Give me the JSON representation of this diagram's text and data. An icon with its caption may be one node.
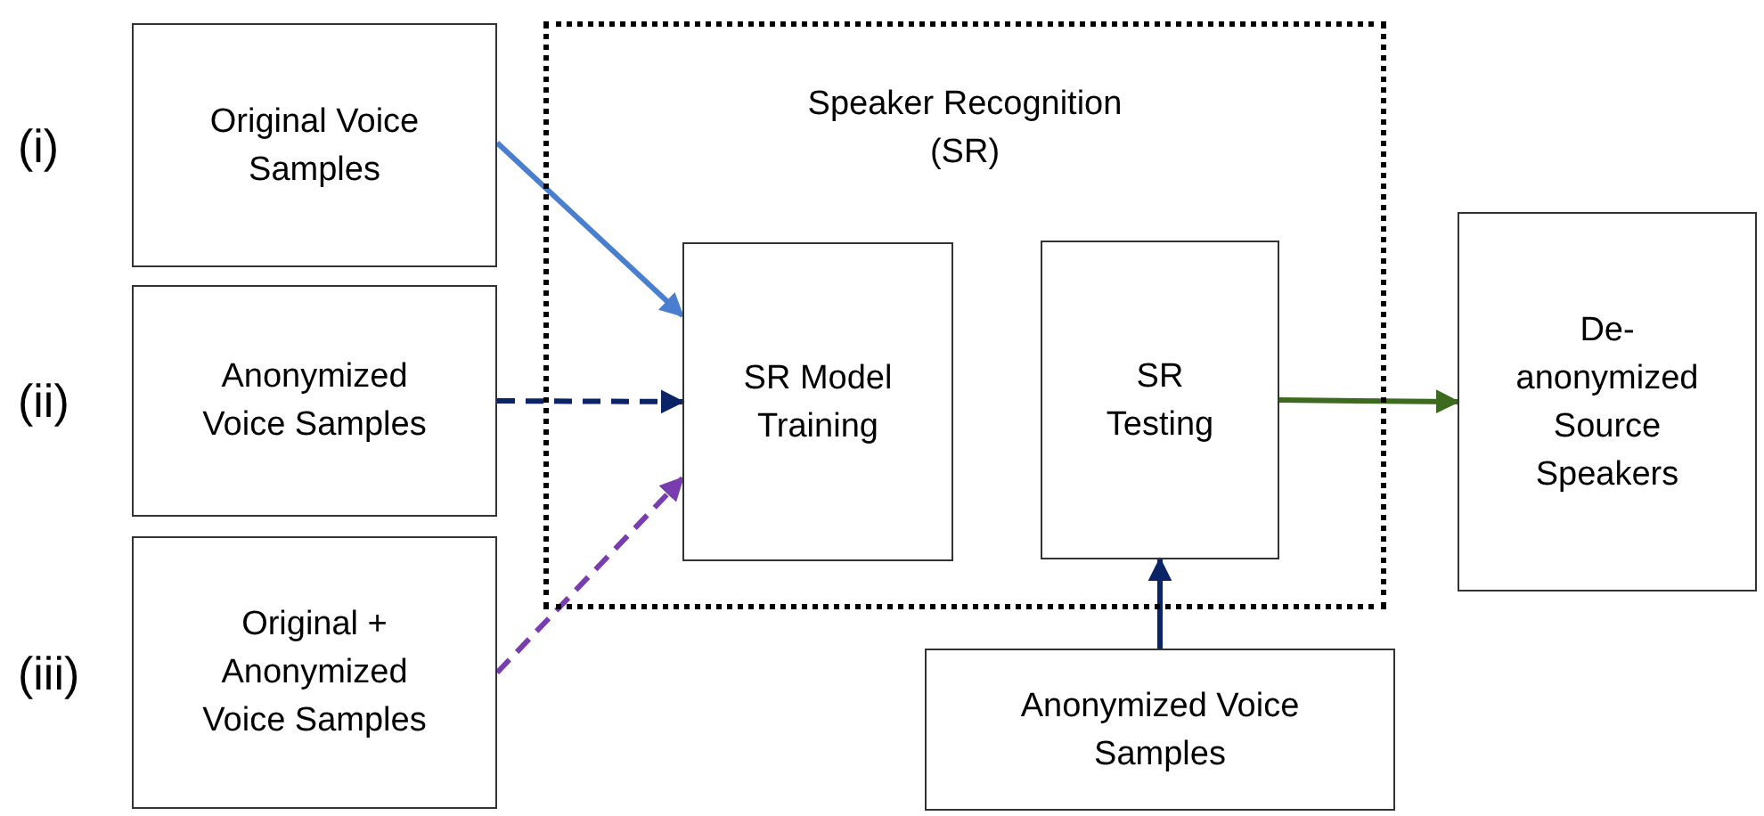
{
  "diagram": {
    "nodes": [
      {
        "text": [
          "Original Voice Samples"
        ],
        "beside": [
          "(i)"
        ]
      },
      {
        "text": [
          "Anonymized Voice Samples"
        ],
        "beside": [
          "(ii)"
        ]
      },
      {
        "text": [
          "Original + Anonymized Voice Samples"
        ],
        "beside": [
          "(iii)"
        ]
      },
      {
        "text": [
          "Speaker Recognition (SR)"
        ]
      },
      {
        "text": [
          "SR Model Training"
        ],
        "in": 3
      },
      {
        "text": [
          "SR Testing"
        ],
        "in": 3
      },
      {
        "text": [
          "Anonymized Voice Samples"
        ]
      },
      {
        "text": [
          "De-anonymized Source Speakers"
        ]
      }
    ],
    "edges": [
      {
        "from": 0,
        "to": 4,
        "arrow": "to",
        "color": "#4a7fd0"
      },
      {
        "from": 1,
        "to": 4,
        "arrow": "to",
        "style": "dashed"
      },
      {
        "from": 2,
        "to": 4,
        "arrow": "to",
        "style": "dashed",
        "color": "#7a3db0"
      },
      {
        "from": 5,
        "to": 7,
        "arrow": "to",
        "color": "#3c6a1e"
      },
      {
        "from": 6,
        "to": 5,
        "arrow": "to"
      }
    ]
  }
}
